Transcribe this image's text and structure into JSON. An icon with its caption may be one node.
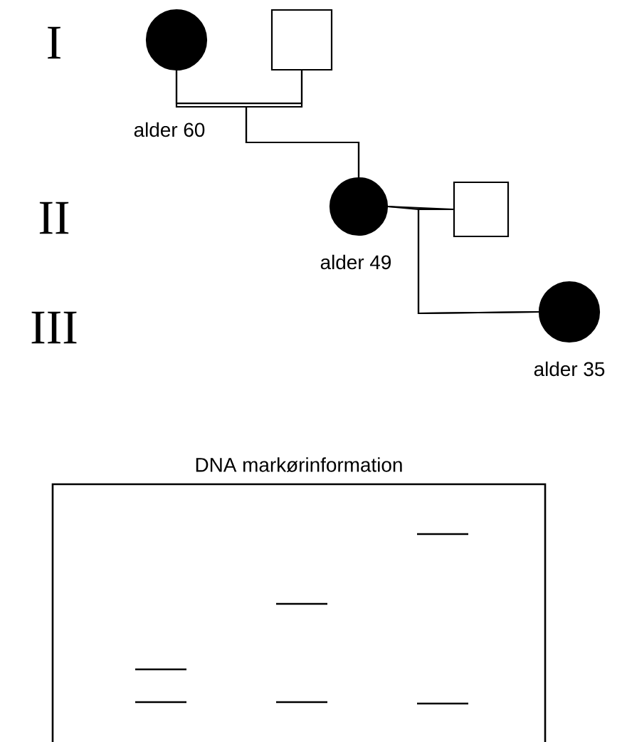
{
  "diagram": {
    "nodes": [
      {
        "text": [],
        "shape": "circle",
        "beside": [
          "alder 60"
        ]
      },
      {
        "text": [],
        "shape": "box"
      },
      {
        "text": [],
        "shape": "circle",
        "beside": [
          "alder 49"
        ]
      },
      {
        "text": [],
        "shape": "box"
      },
      {
        "text": [],
        "shape": "circle",
        "beside": [
          "alder 35"
        ]
      },
      {
        "text": [
          "DNA markørinformation"
        ]
      }
    ],
    "edges": [
      {
        "from": 0,
        "to": 1,
        "arrow": "none"
      },
      {
        "from": 0,
        "to": 2,
        "arrow": "none"
      },
      {
        "from": 1,
        "to": 2,
        "arrow": "none"
      },
      {
        "from": 2,
        "to": 3,
        "arrow": "none"
      },
      {
        "from": 2,
        "to": 4,
        "arrow": "none"
      },
      {
        "from": 3,
        "to": 4,
        "arrow": "none"
      }
    ],
    "labels": [
      "I",
      "II",
      "III"
    ]
  }
}
